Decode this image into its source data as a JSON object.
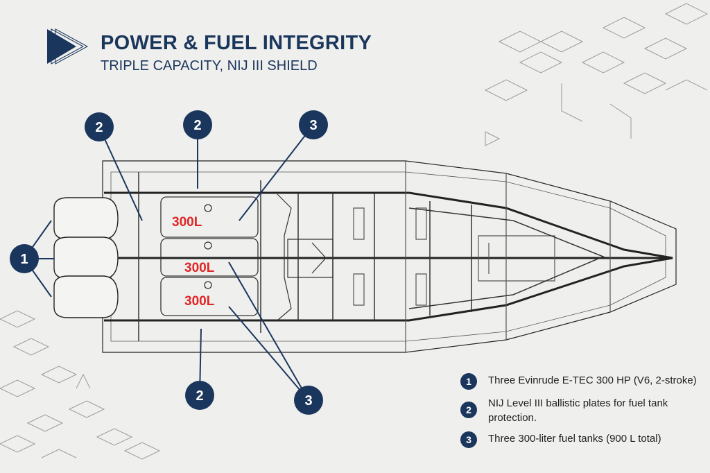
{
  "header": {
    "title": "POWER & FUEL INTEGRITY",
    "subtitle": "TRIPLE CAPACITY, NIJ III SHIELD"
  },
  "colors": {
    "navy": "#1b365d",
    "tank_label": "#e02626",
    "background": "#efefed"
  },
  "tanks": [
    "300L",
    "300L",
    "300L"
  ],
  "callouts": {
    "engines": "1",
    "plates": "2",
    "tanks": "3"
  },
  "legend": [
    {
      "number": "1",
      "text": "Three Evinrude E-TEC 300 HP (V6, 2-stroke)"
    },
    {
      "number": "2",
      "text": "NIJ Level III ballistic plates for fuel tank protection."
    },
    {
      "number": "3",
      "text": "Three 300-liter fuel tanks (900 L total)"
    }
  ]
}
